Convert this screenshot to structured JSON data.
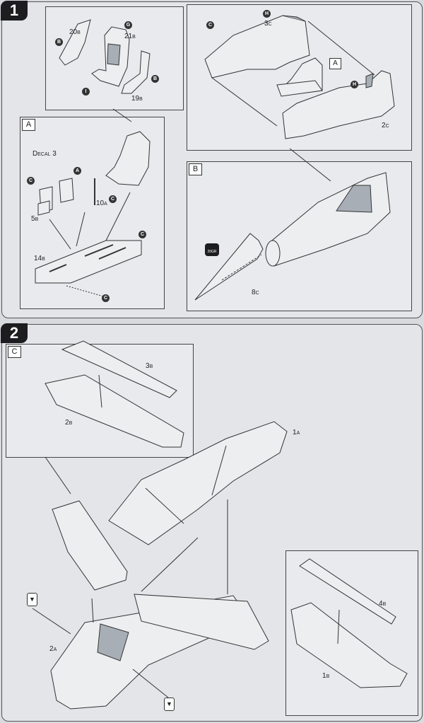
{
  "step1": {
    "number": "1",
    "sub_a": {
      "letter": "A"
    },
    "sub_b": {
      "letter": "B"
    },
    "callout_a": "A",
    "parts": [
      {
        "id": "p20b",
        "text": "20",
        "sub": "B"
      },
      {
        "id": "p21b",
        "text": "21",
        "sub": "B"
      },
      {
        "id": "p19b",
        "text": "19",
        "sub": "B"
      },
      {
        "id": "p3c",
        "text": "3",
        "sub": "C"
      },
      {
        "id": "p2c",
        "text": "2",
        "sub": "C"
      },
      {
        "id": "p10a",
        "text": "10",
        "sub": "A"
      },
      {
        "id": "p5b",
        "text": "5",
        "sub": "B"
      },
      {
        "id": "p14b",
        "text": "14",
        "sub": "B"
      },
      {
        "id": "p8c",
        "text": "8",
        "sub": "C"
      }
    ],
    "decal": "Decal 3",
    "circles": [
      "B",
      "G",
      "I",
      "B",
      "C",
      "H",
      "H",
      "A",
      "C",
      "C",
      "C",
      "C"
    ],
    "weight": "20GR"
  },
  "step2": {
    "number": "2",
    "sub_c": {
      "letter": "C"
    },
    "parts": [
      {
        "id": "p3b",
        "text": "3",
        "sub": "B"
      },
      {
        "id": "p2b",
        "text": "2",
        "sub": "B"
      },
      {
        "id": "p1a",
        "text": "1",
        "sub": "A"
      },
      {
        "id": "p2a",
        "text": "2",
        "sub": "A"
      },
      {
        "id": "p4b",
        "text": "4",
        "sub": "B"
      },
      {
        "id": "p1b",
        "text": "1",
        "sub": "B"
      }
    ]
  }
}
